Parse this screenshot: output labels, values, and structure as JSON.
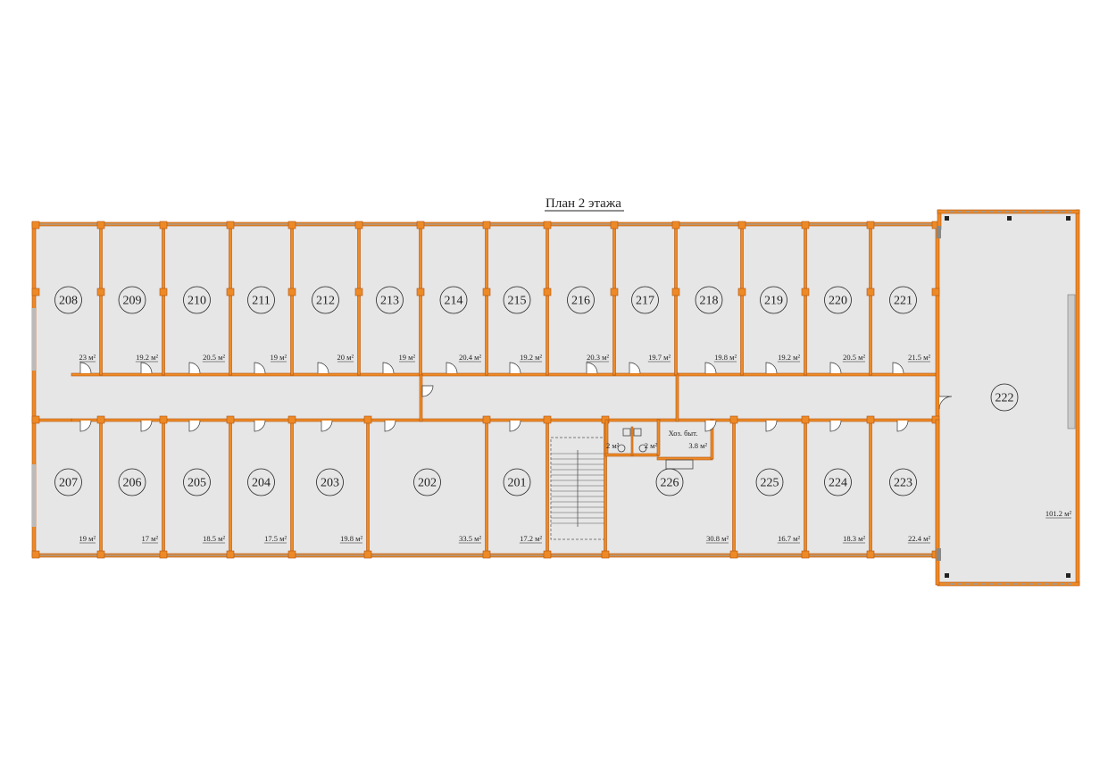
{
  "title": "План 2 этажа",
  "area_unit": "м²",
  "colors": {
    "wall": "#ee8a26",
    "wall_edge": "#b2560f",
    "floor": "#e6e6e6",
    "glass": "#9a9a9a",
    "text": "#222222"
  },
  "rooms_top": [
    {
      "number": "208",
      "area": "23 м²"
    },
    {
      "number": "209",
      "area": "19.2 м²"
    },
    {
      "number": "210",
      "area": "20.5 м²"
    },
    {
      "number": "211",
      "area": "19 м²"
    },
    {
      "number": "212",
      "area": "20 м²"
    },
    {
      "number": "213",
      "area": "19 м²"
    },
    {
      "number": "214",
      "area": "20.4 м²"
    },
    {
      "number": "215",
      "area": "19.2 м²"
    },
    {
      "number": "216",
      "area": "20.3 м²"
    },
    {
      "number": "217",
      "area": "19.7 м²"
    },
    {
      "number": "218",
      "area": "19.8 м²"
    },
    {
      "number": "219",
      "area": "19.2 м²"
    },
    {
      "number": "220",
      "area": "20.5 м²"
    },
    {
      "number": "221",
      "area": "21.5 м²"
    }
  ],
  "rooms_bottom": [
    {
      "number": "207",
      "area": "19 м²"
    },
    {
      "number": "206",
      "area": "17 м²"
    },
    {
      "number": "205",
      "area": "18.5 м²"
    },
    {
      "number": "204",
      "area": "17.5 м²"
    },
    {
      "number": "203",
      "area": "19.8 м²"
    },
    {
      "number": "202",
      "area": "33.5 м²"
    },
    {
      "number": "201",
      "area": "17.2 м²"
    },
    {
      "number": "226",
      "area": "30.8 м²"
    },
    {
      "number": "225",
      "area": "16.7 м²"
    },
    {
      "number": "224",
      "area": "18.3 м²"
    },
    {
      "number": "223",
      "area": "22.4 м²"
    }
  ],
  "hall": {
    "number": "222",
    "area": "101.2 м²"
  },
  "utility": {
    "label": "Хоз. быт.",
    "area": "3.8 м²",
    "wc1_area": "2 м²",
    "wc2_area": "2 м²"
  }
}
